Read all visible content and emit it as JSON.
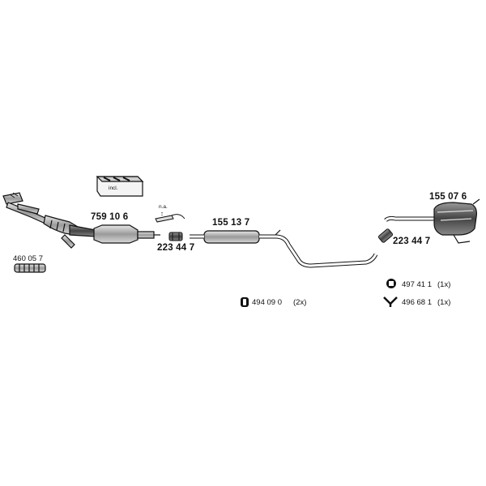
{
  "parts": {
    "front_pipe": "759 10 6",
    "clamp_left": "223 44 7",
    "middle_silencer": "155 13 7",
    "clamp_right": "223 44 7",
    "rear_silencer": "155 07 6",
    "flex_pipe": "460 05 7"
  },
  "notes": {
    "kit_label": "incl.",
    "na_label": "n.a."
  },
  "hardware": [
    {
      "number": "494 09 0",
      "qty": "(2x)"
    },
    {
      "number": "497 41 1",
      "qty": "(1x)"
    },
    {
      "number": "496 68 1",
      "qty": "(1x)"
    }
  ],
  "colors": {
    "ink": "#111111",
    "fill_grey": "#b0b0b0",
    "fill_dark": "#555555"
  }
}
